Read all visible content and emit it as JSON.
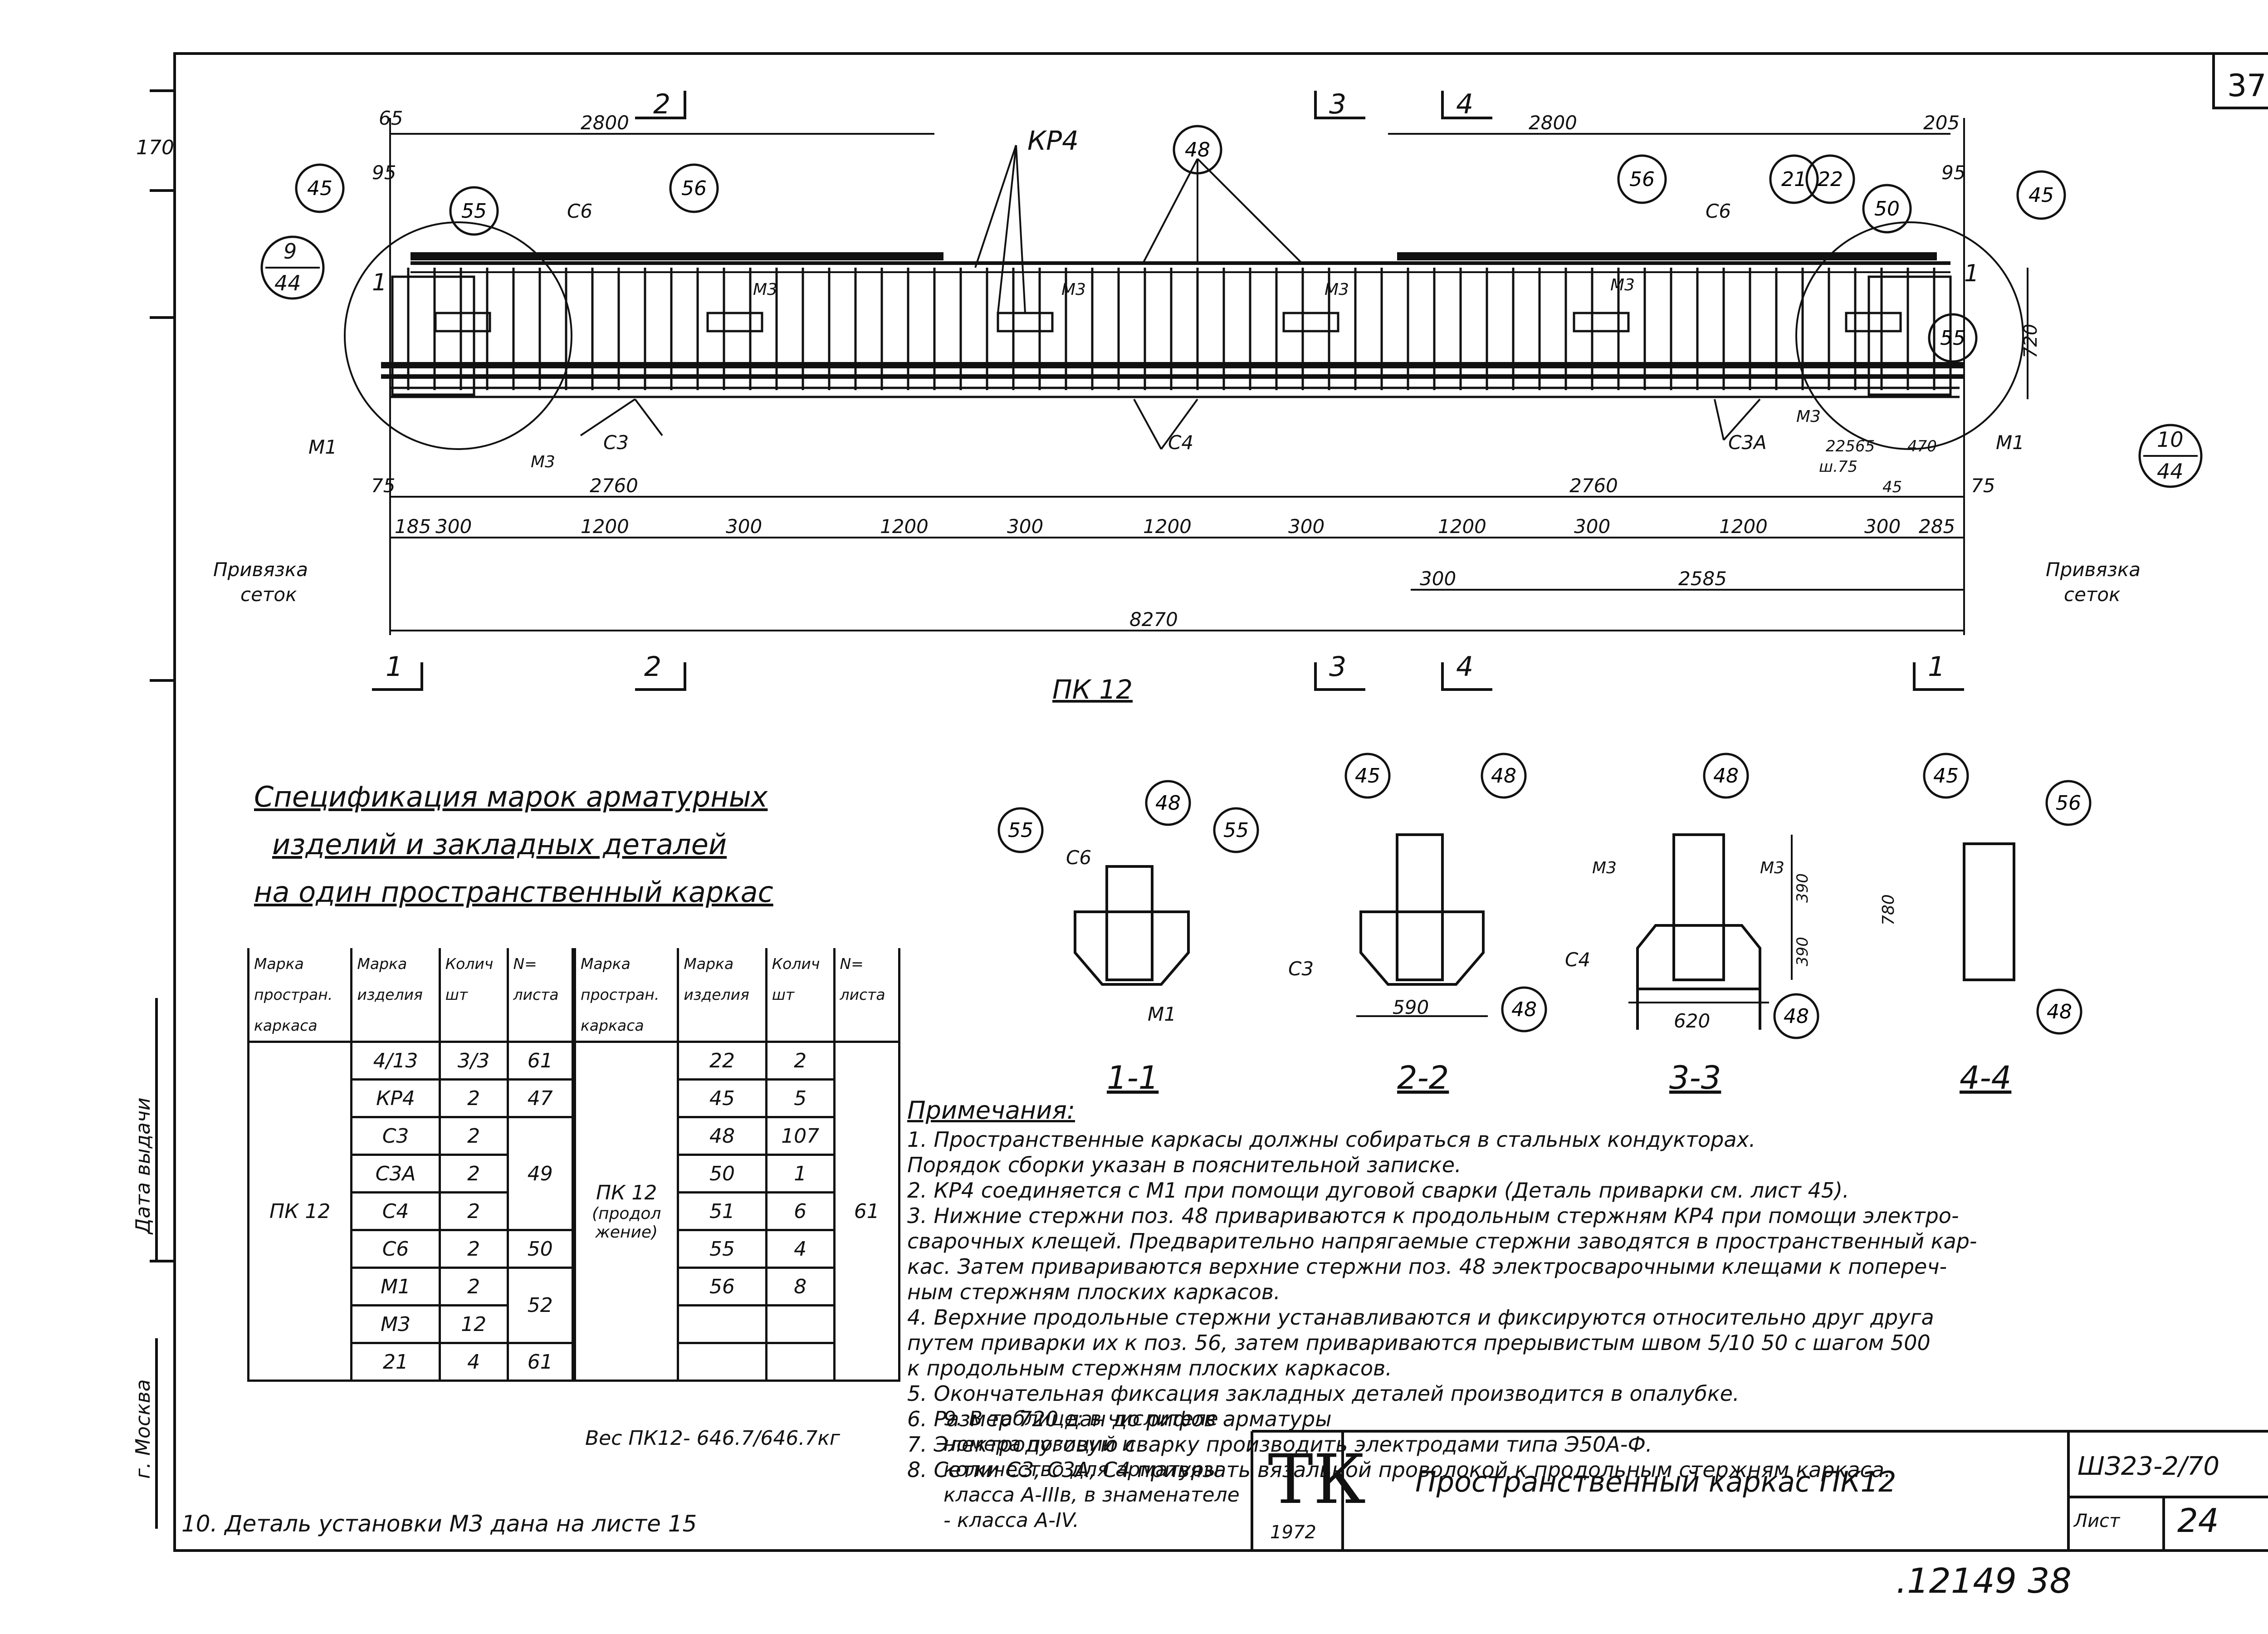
{
  "sheet": {
    "page_number": "37",
    "sheet_code": "ШЗ23-2/70",
    "sheet_label": "Лист",
    "sheet_number": "24",
    "stamp": ".12149   38",
    "logo": "ТК",
    "year": "1972",
    "side_city": "г. Москва",
    "side_date": "Дата выдачи",
    "side_num": "170"
  },
  "plan": {
    "title": "ПК 12",
    "top_dims": [
      "65",
      "2800",
      "2800",
      "205",
      "95",
      "95"
    ],
    "height_dim": "720",
    "bottom_row1": [
      "75",
      "2760",
      "2760",
      "225",
      "65",
      "470",
      "ш.75",
      "45",
      "75"
    ],
    "bottom_row2": [
      "185",
      "300",
      "1200",
      "300",
      "1200",
      "300",
      "1200",
      "300",
      "1200",
      "300",
      "1200",
      "300",
      "285"
    ],
    "bottom_row3": [
      "300",
      "2585"
    ],
    "total": "8270",
    "privyazka": "Привязка",
    "setok": "сеток",
    "section_marks": [
      "1",
      "2",
      "3",
      "4",
      "1"
    ],
    "callouts": [
      "45",
      "55",
      "56",
      "48",
      "56",
      "21",
      "22",
      "50",
      "45",
      "55"
    ],
    "detail_left_top": "9",
    "detail_left_bottom": "44",
    "detail_right_top": "10",
    "detail_right_bottom": "44",
    "labels": [
      "КР4",
      "С6",
      "С6",
      "М3",
      "М3",
      "М3",
      "М3",
      "М3",
      "М3",
      "С3",
      "С4",
      "С3А",
      "М1",
      "М1",
      "М3"
    ]
  },
  "sections": [
    {
      "title": "1-1",
      "labels": [
        "С6",
        "48",
        "55",
        "55",
        "М1"
      ]
    },
    {
      "title": "2-2",
      "labels": [
        "45",
        "48",
        "С3",
        "590",
        "48"
      ]
    },
    {
      "title": "3-3",
      "labels": [
        "48",
        "М3",
        "М3",
        "С4",
        "390",
        "390",
        "780",
        "620",
        "48"
      ]
    },
    {
      "title": "4-4",
      "labels": [
        "45",
        "56",
        "48"
      ]
    }
  ],
  "spec": {
    "title_lines": [
      "Спецификация марок арматурных",
      "изделий и закладных деталей",
      "на один пространственный каркас"
    ],
    "headers": {
      "col1": [
        "Марка",
        "простран.",
        "каркаса"
      ],
      "col2": [
        "Марка",
        "изделия"
      ],
      "col3": [
        "Колич",
        "шт"
      ],
      "col4": [
        "N=",
        "листа"
      ]
    },
    "left_mark": "ПК 12",
    "left_rows": [
      {
        "item": "4/13",
        "qty": "3/3",
        "sheet": "61"
      },
      {
        "item": "КР4",
        "qty": "2",
        "sheet": "47"
      },
      {
        "item": "С3",
        "qty": "2",
        "sheet": ""
      },
      {
        "item": "С3А",
        "qty": "2",
        "sheet": "49"
      },
      {
        "item": "С4",
        "qty": "2",
        "sheet": ""
      },
      {
        "item": "С6",
        "qty": "2",
        "sheet": "50"
      },
      {
        "item": "М1",
        "qty": "2",
        "sheet": "52"
      },
      {
        "item": "М3",
        "qty": "12",
        "sheet": ""
      },
      {
        "item": "21",
        "qty": "4",
        "sheet": "61"
      }
    ],
    "right_mark": [
      "ПК 12",
      "(продол",
      "жение)"
    ],
    "right_rows": [
      {
        "item": "22",
        "qty": "2"
      },
      {
        "item": "45",
        "qty": "5"
      },
      {
        "item": "48",
        "qty": "107"
      },
      {
        "item": "50",
        "qty": "1"
      },
      {
        "item": "51",
        "qty": "6"
      },
      {
        "item": "55",
        "qty": "4"
      },
      {
        "item": "56",
        "qty": "8"
      }
    ],
    "right_sheet": "61",
    "weight": "Вес ПК12- 646.7/646.7кг"
  },
  "notes": {
    "title": "Примечания:",
    "items": [
      "1. Пространственные каркасы должны собираться в стальных кондукторах.",
      "    Порядок сборки указан в пояснительной записке.",
      "2. КР4 соединяется с М1 при помощи дуговой сварки (Деталь приварки см. лист 45).",
      "3. Нижние стержни поз. 48 привариваются к продольным стержням КР4 при помощи электро-",
      "    сварочных клещей. Предварительно напрягаемые стержни заводятся в пространственный кар-",
      "    кас. Затем привариваются верхние стержни поз. 48 электросварочными клещами к попереч-",
      "    ным стержням плоских каркасов.",
      "4. Верхние продольные стержни устанавливаются и фиксируются относительно друг друга",
      "    путем приварки их к поз. 56, затем привариваются прерывистым швом 5/10 50 с шагом 500",
      "    к продольным стержням плоских каркасов.",
      "5. Окончательная фиксация закладных деталей производится в опалубке.",
      "6. Размер 720 дан до рифов арматуры",
      "7. Электродуговую сварку производить электродами типа Э50А-Ф.",
      "8. Сетки С3, С3А, С4 привязать вязальной проволокой к продольным стержням каркаса."
    ],
    "note9": "9. В таблице: в числителе - номера позиций и количество для арматуры класса А-IIIв, в знаменателе - класса А-IV.",
    "note10": "10. Деталь установки М3 дана на листе 15"
  },
  "title_block": {
    "title": "Пространственный каркас ПК12"
  }
}
